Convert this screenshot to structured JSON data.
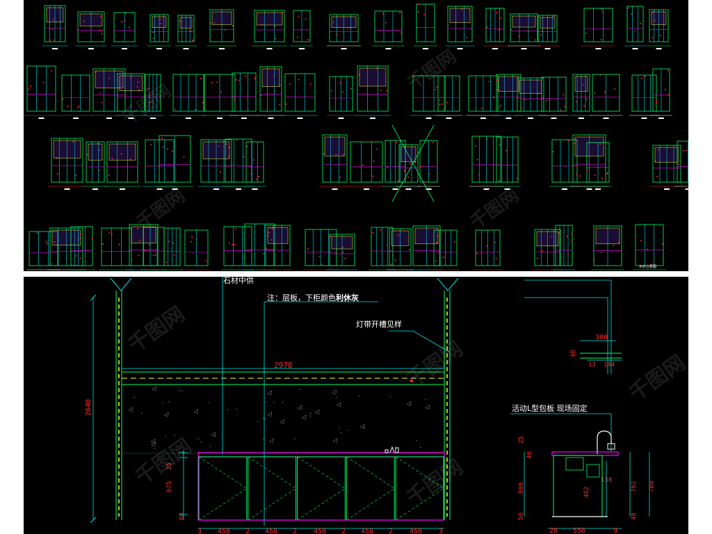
{
  "overview": {
    "small_title": "示护立柜图"
  },
  "elevation": {
    "notes": {
      "stone_label": "石材中供",
      "note_prefix": "注：层板，下柜颜色",
      "note_color": "利休灰",
      "light_strip": "灯带开槽见样"
    },
    "dims": {
      "width_top": "2978",
      "height_total": "2640",
      "d25": "25",
      "d675": "675",
      "d60": "60",
      "bottom": [
        "3",
        "450",
        "2",
        "450",
        "2",
        "450",
        "2",
        "450",
        "2",
        "450",
        "3"
      ]
    }
  },
  "section": {
    "label": "活动L型包板 现场固定",
    "dims": {
      "d300": "300",
      "d40": "40",
      "d13": "13",
      "d144": "144",
      "d25": "25",
      "d40b": "40",
      "d800": "800",
      "d462": "462",
      "d138": "138",
      "d702": "702",
      "d780": "780",
      "d50": "50",
      "d48": "48",
      "b20": "20",
      "b556": "556",
      "b9": "9"
    }
  },
  "colors": {
    "line_green": "#00ff66",
    "line_cyan": "#00e5e5",
    "dim_red": "#ff2a2a",
    "magenta": "#ff00ff",
    "yellow": "#ffff33",
    "white": "#ffffff"
  }
}
